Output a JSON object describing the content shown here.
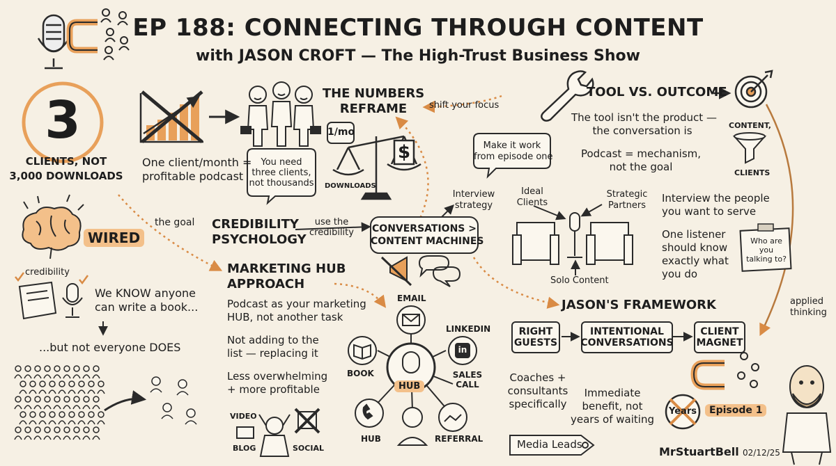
{
  "header": {
    "title": "EP 188: CONNECTING THROUGH CONTENT",
    "subtitle": "with JASON CROFT — The High-Trust Business Show"
  },
  "left": {
    "big_number": "3",
    "clients_line1": "CLIENTS, NOT",
    "clients_line2": "3,000 DOWNLOADS",
    "goal_label": "the goal",
    "wired": "WIRED",
    "credibility": "credibility",
    "know_line1": "We KNOW anyone",
    "know_line2": "can write a book...",
    "not_everyone": "...but not everyone DOES"
  },
  "top_middle": {
    "one_client_line1": "One client/month =",
    "one_client_line2": "profitable podcast",
    "bubble_line1": "You need",
    "bubble_line2": "three clients,",
    "bubble_line3": "not thousands",
    "numbers_line1": "THE NUMBERS",
    "numbers_line2": "REFRAME",
    "per_month": "1/mo",
    "downloads": "DOWNLOADS",
    "dollar": "$",
    "shift_focus": "shift your focus"
  },
  "center": {
    "credibility_line1": "CREDIBILITY",
    "credibility_line2": "PSYCHOLOGY",
    "use_line1": "use the",
    "use_line2": "credibility",
    "conv_line1": "CONVERSATIONS >",
    "conv_line2": "CONTENT MACHINES",
    "make_line1": "Make it work",
    "make_line2": "from episode one",
    "interview_line1": "Interview",
    "interview_line2": "strategy",
    "ideal_line1": "Ideal",
    "ideal_line2": "Clients",
    "strategic_line1": "Strategic",
    "strategic_line2": "Partners",
    "solo": "Solo Content"
  },
  "hub_section": {
    "title_line1": "MARKETING HUB",
    "title_line2": "APPROACH",
    "p1_line1": "Podcast as your marketing",
    "p1_line2": "HUB, not another task",
    "p2_line1": "Not adding to the",
    "p2_line2": "list — replacing it",
    "p3_line1": "Less overwhelming",
    "p3_line2": "+ more profitable",
    "video": "VIDEO",
    "blog": "BLOG",
    "social": "SOCIAL",
    "hub": "HUB",
    "email": "EMAIL",
    "linkedin": "LINKEDIN",
    "linkedin_icon": "in",
    "book": "BOOK",
    "sales_line1": "SALES",
    "sales_line2": "CALL",
    "hub_small": "HUB",
    "referral": "REFERRAL"
  },
  "right": {
    "tool_title": "TOOL VS. OUTCOME",
    "tool_line1": "The tool isn't the product —",
    "tool_line2": "the conversation is",
    "mech_line1": "Podcast = mechanism,",
    "mech_line2": "not the goal",
    "content": "CONTENT,",
    "clients": "CLIENTS",
    "serve_line1": "Interview the people",
    "serve_line2": "you want to serve",
    "listener_line1": "One listener",
    "listener_line2": "should know",
    "listener_line3": "exactly what",
    "listener_line4": "you do",
    "note_line1": "Who are",
    "note_line2": "you",
    "note_line3": "talking to?",
    "applied_line1": "applied",
    "applied_line2": "thinking"
  },
  "framework": {
    "title": "JASON'S FRAMEWORK",
    "step1_line1": "RIGHT",
    "step1_line2": "GUESTS",
    "step2_line1": "INTENTIONAL",
    "step2_line2": "CONVERSATIONS",
    "step3_line1": "CLIENT",
    "step3_line2": "MAGNET",
    "coaches_line1": "Coaches +",
    "coaches_line2": "consultants",
    "coaches_line3": "specifically",
    "immediate_line1": "Immediate",
    "immediate_line2": "benefit, not",
    "immediate_line3": "years of waiting",
    "years": "Years",
    "episode": "Episode 1",
    "media_leads": "Media Leads",
    "signature": "MrStuartBell",
    "date": "02/12/25"
  },
  "colors": {
    "background": "#f6f0e4",
    "ink": "#1d1d1d",
    "accent": "#e8a05a",
    "highlight": "#f3c08a"
  }
}
